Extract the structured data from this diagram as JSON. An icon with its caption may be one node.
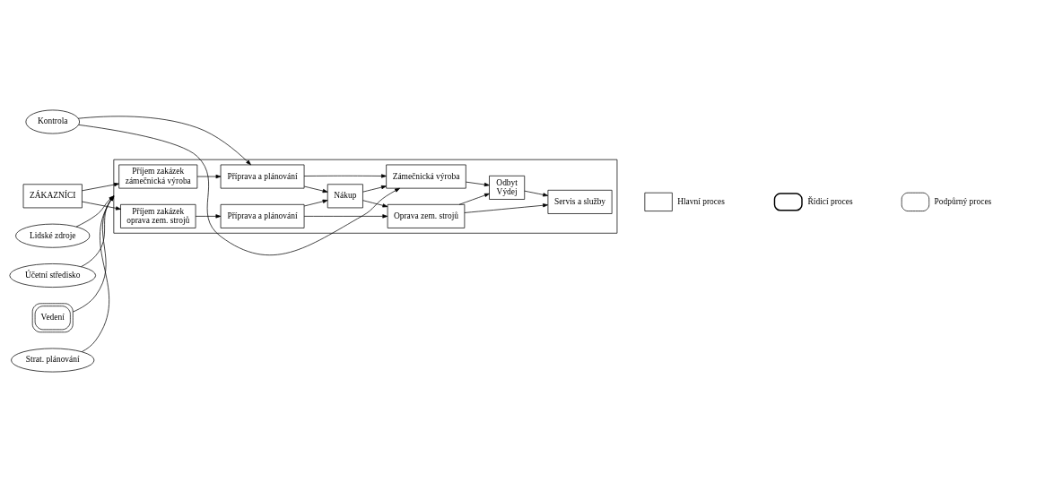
{
  "diagram": {
    "nodes": [
      {
        "text": [
          "Kontrola"
        ]
      },
      {
        "text": [
          "ZÁKAZNÍCI"
        ]
      },
      {
        "text": [],
        "shape": "box"
      },
      {
        "text": [
          "Příjem zakázek",
          "zámečnická výroba"
        ],
        "in": 2
      },
      {
        "text": [
          "Příprava a plánování"
        ],
        "in": 2
      },
      {
        "text": [
          "Nákup"
        ],
        "in": 2
      },
      {
        "text": [
          "Zámečnická výroba"
        ],
        "in": 2
      },
      {
        "text": [
          "Odbyt",
          "Výdej"
        ],
        "in": 2
      },
      {
        "text": [
          "Příjem zakázek",
          "oprava zem. strojů"
        ],
        "in": 2
      },
      {
        "text": [
          "Příprava a plánování"
        ],
        "in": 2
      },
      {
        "text": [
          "Oprava zem. strojů"
        ],
        "in": 2
      },
      {
        "text": [
          "Servis a služby"
        ],
        "in": 2
      },
      {
        "text": [
          "Lidské zdroje"
        ]
      },
      {
        "text": [
          "Účetní středisko"
        ]
      },
      {
        "text": [
          "Vedení"
        ]
      },
      {
        "text": [
          "Strat. plánování"
        ]
      }
    ],
    "edges": [
      {
        "from": 0,
        "to": 4,
        "arrow": "to"
      },
      {
        "from": 0,
        "to": 6,
        "arrow": "to"
      },
      {
        "from": 1,
        "to": 3,
        "arrow": "to"
      },
      {
        "from": 1,
        "to": 8,
        "arrow": "to"
      },
      {
        "from": 3,
        "to": 4,
        "arrow": "to"
      },
      {
        "from": 8,
        "to": 9,
        "arrow": "to"
      },
      {
        "from": 4,
        "to": 6,
        "arrow": "to"
      },
      {
        "from": 4,
        "to": 5,
        "arrow": "to"
      },
      {
        "from": 9,
        "to": 5,
        "arrow": "to"
      },
      {
        "from": 9,
        "to": 10,
        "arrow": "to"
      },
      {
        "from": 5,
        "to": 6,
        "arrow": "to"
      },
      {
        "from": 5,
        "to": 10,
        "arrow": "to"
      },
      {
        "from": 6,
        "to": 7,
        "arrow": "to"
      },
      {
        "from": 10,
        "to": 7,
        "arrow": "to"
      },
      {
        "from": 10,
        "to": 11,
        "arrow": "to"
      },
      {
        "from": 7,
        "to": 11,
        "arrow": "to"
      },
      {
        "from": 12,
        "to": 2,
        "arrow": "to"
      },
      {
        "from": 13,
        "to": 2,
        "arrow": "to"
      },
      {
        "from": 14,
        "to": 2,
        "arrow": "to"
      },
      {
        "from": 15,
        "to": 2,
        "arrow": "to"
      }
    ],
    "legend": [
      {
        "text": "Hlavní proces"
      },
      {
        "text": "Řídicí proces"
      },
      {
        "text": "Podpůrný proces"
      }
    ]
  }
}
